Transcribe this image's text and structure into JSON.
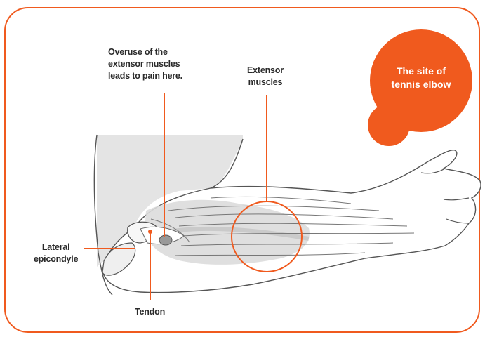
{
  "callout": {
    "lines": [
      "The site of",
      "tennis elbow"
    ],
    "color": "#f05a1e"
  },
  "labels": {
    "overuse": [
      "Overuse of the",
      "extensor muscles",
      "leads to pain here."
    ],
    "extensor": [
      "Extensor",
      "muscles"
    ],
    "lateral": [
      "Lateral",
      "epicondyle"
    ],
    "tendon": "Tendon"
  },
  "colors": {
    "accent": "#f05a1e",
    "outline": "#555555",
    "muscle_shade": "#d9d9d9"
  }
}
